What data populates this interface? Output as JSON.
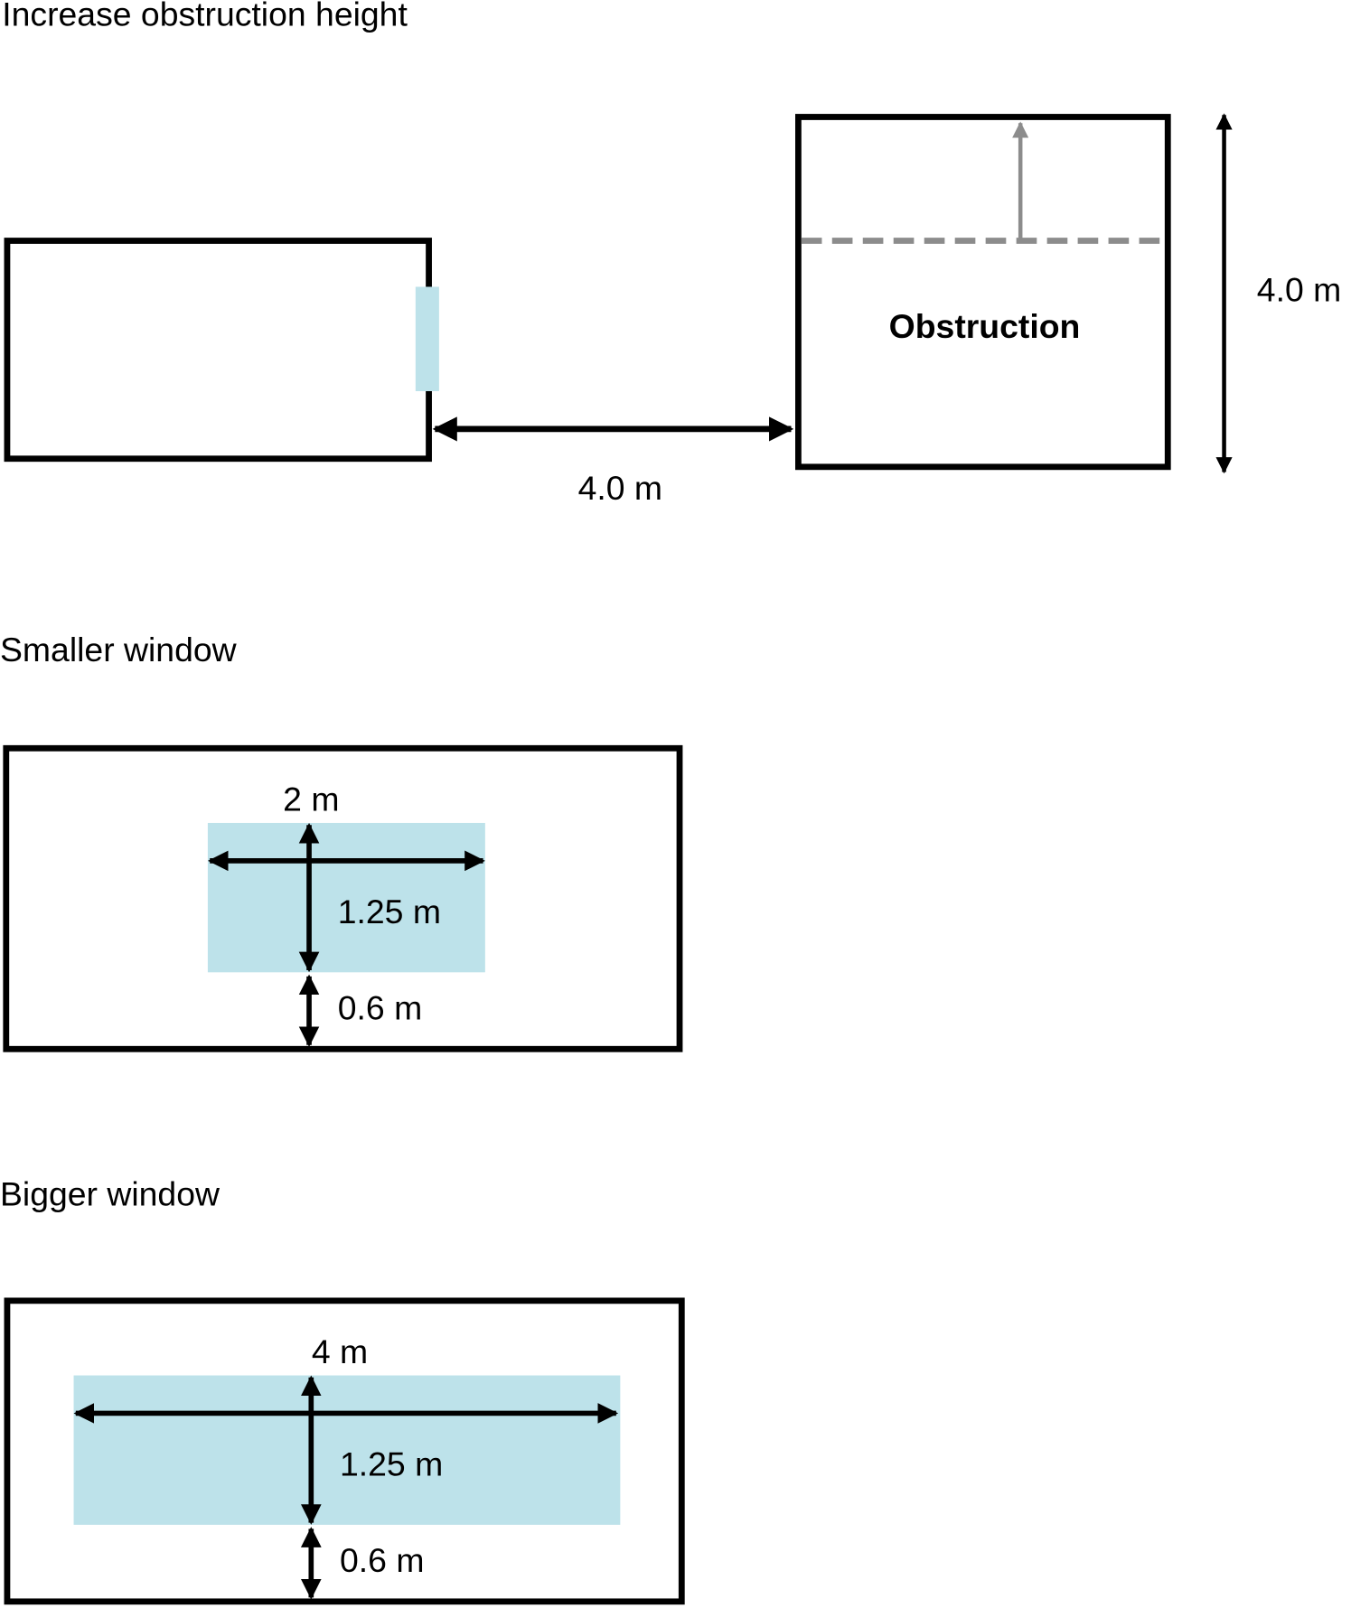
{
  "sections": {
    "obstruction": {
      "title": "Increase obstruction height",
      "distance_label": "4.0 m",
      "obstruction_label": "Obstruction",
      "height_label": "4.0 m"
    },
    "smaller": {
      "title": "Smaller window",
      "width_label": "2 m",
      "height_label": "1.25 m",
      "sill_label": "0.6 m"
    },
    "bigger": {
      "title": "Bigger window",
      "width_label": "4 m",
      "height_label": "1.25 m",
      "sill_label": "0.6 m"
    }
  },
  "colors": {
    "window": "#bde2ea",
    "outline": "#000000",
    "change_indicator": "#8c8c8c"
  }
}
